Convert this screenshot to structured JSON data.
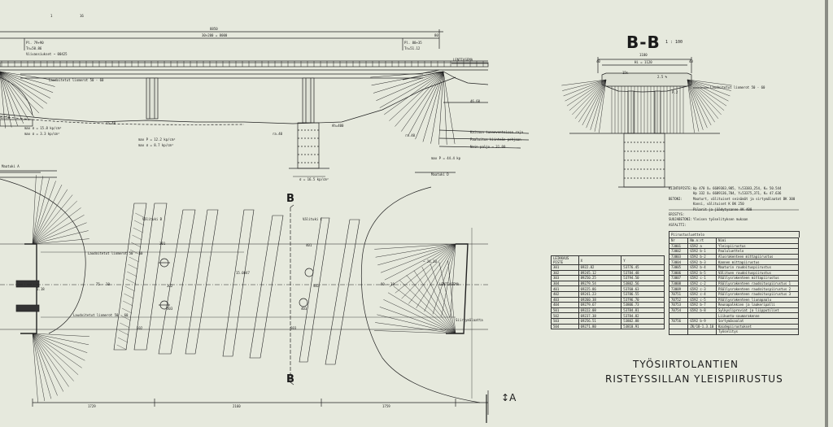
{
  "header": {
    "page_num": "1",
    "page_small": "16"
  },
  "elevation": {
    "dim_total": "8850",
    "dim_spans": "30×200 = 8000",
    "dim_end_right": "80",
    "pl_left": "Pl. 79+90",
    "pl_left_tn": "Tn=50.86",
    "pl_left_note": "Viivaosiukset ~ 00425",
    "pl_right": "Pl. 80+35",
    "pl_right_tn": "Tn=51.12",
    "lentiasema_label": "LENTIASEMA",
    "lauda_top": "Laudoitetut liomerot  50 - 60",
    "level_right": "46.60",
    "level_left": "43.50",
    "left_note1": "max σ = 15.8 kp/cm²",
    "left_note2": "max σ = 3.3 kp/cm²",
    "mid_note1": "max P = 12.2 kp/cm²",
    "mid_note2": "max σ = 8.7 kp/cm²",
    "ah_label": "Ah=400",
    "right_note1": "Kaivuun tunneventoisen raja",
    "right_note2": "Paaluitus kiinteän pohjaan",
    "right_note3": "Noin paljo ~ 31.00",
    "right_load": "max P = 44.4 kp",
    "bottom_sigma": "σ = 16.5 kp/cm²",
    "small_a": "ra.40",
    "small_b": "ra.40",
    "small_c": "ra.40"
  },
  "section": {
    "label": "B-B",
    "scale": "1 : 100",
    "dim_top": "1180",
    "dim_inner": "Hi = 1120",
    "dim_l": "40",
    "dim_r": "40",
    "slope": "2.5 %",
    "slope_l": "15‰",
    "note": "Laudoitetut liomerot 50 - 60",
    "pier": "P.2"
  },
  "notes": [
    {
      "k": "KIINTOPISTE:",
      "v": "Hp 470  X= 6689383,985, Y=53383,254, K= 50.544"
    },
    {
      "k": "",
      "v": "Hp 332  X= 6689136,704, Y=53375,371, K= 47.636"
    },
    {
      "k": "BETONI:",
      "v": "Maaturt, välituiset seinämät ja sirtymälaatat  BK 300"
    },
    {
      "k": "",
      "v": "Kansi, välituiset  K  BK 250"
    },
    {
      "k": "",
      "v": "Pilarit ja jäädytysanne  AK 400"
    },
    {
      "k": "ERISTYS:",
      "v": ""
    },
    {
      "k": "SUOJABETONI:",
      "v": "Yleisen työselityksen mukaan"
    },
    {
      "k": "ASFALTTI:",
      "v": ""
    }
  ],
  "drawing_list": {
    "title": "Piirustusluettelo",
    "headers": [
      "Nr",
      "Nm.n:rt",
      "Nimi"
    ],
    "rows": [
      [
        "73001",
        "6592  a",
        "Yleispiirustus"
      ],
      [
        "73002",
        "6592  b-1",
        "Paaluluettelo"
      ],
      [
        "73003",
        "6592  b-2",
        "Alusrakenteen mittapiirustus"
      ],
      [
        "73004",
        "6592  b-3",
        "Kannen mittapiirustus"
      ],
      [
        "73005",
        "6592  b-4",
        "Maaturin raudoituspiirustus"
      ],
      [
        "73006",
        "6592  b-5",
        "Välituen raudoituspiirustus"
      ],
      [
        "73007",
        "6592  c-1",
        "Päällysrakenteen mittapiirustus"
      ],
      [
        "73008",
        "6592  c-2",
        "Päällysrakenteen raudoituspiirustus 1"
      ],
      [
        "73009",
        "6592  c-3",
        "Päällysrakenteen raudoituspiirustus 2"
      ],
      [
        "70751",
        "6592  c-4",
        "Päällysrakenteen raudoituspiirustus 3"
      ],
      [
        "70752",
        "6592  c-5",
        "Päällysrakenteen liunapaalu"
      ],
      [
        "70753",
        "6592  b-7",
        "Reunapalkkien ja laakeripalli"
      ],
      [
        "70754",
        "6592  b-8",
        "Sylkysliproviat ja liipputiliet"
      ],
      [
        "",
        "",
        "Liikunta-saumarakenne"
      ],
      [
        "70756",
        "6592  b-9",
        "Sortymäsaalat"
      ],
      [
        "",
        "ZK/18-1.3.10",
        "Kaidepiirustukset"
      ],
      [
        "",
        "",
        "Työselitys"
      ]
    ]
  },
  "coords": {
    "headers": [
      "LEIKKAUS\nPISTE",
      "X",
      "Y"
    ],
    "rows": [
      [
        "301",
        "6922.82",
        "53776.45"
      ],
      [
        "302",
        "89245.12",
        "53784.48"
      ],
      [
        "303",
        "89250.25",
        "53794.50"
      ],
      [
        "304",
        "89279.54",
        "53802.56"
      ],
      [
        "401",
        "69225.86",
        "53760.63"
      ],
      [
        "402",
        "69241.23",
        "53786.55"
      ],
      [
        "403",
        "69260.38",
        "53796.70"
      ],
      [
        "404",
        "69279.67",
        "53806.73"
      ],
      [
        "501",
        "69222.08",
        "53784.81"
      ],
      [
        "502",
        "69237.38",
        "53784.82"
      ],
      [
        "503",
        "69256.51",
        "53802.88"
      ],
      [
        "504",
        "69271.80",
        "53810.91"
      ]
    ]
  },
  "plan": {
    "valituki_b": "Välituki  B",
    "valituki_c": "Välituki  C",
    "maatuki_a": "Maatuki  A",
    "maatuki_d": "Maatuki  D",
    "lauda_l1": "Laudoitetut liomerot  50 - 60",
    "lauda_l2": "Laudoitetut liomerot  50 - 60",
    "dim_7530": "75 - 30",
    "dim_8030": "80 - 30",
    "dim_2410": "~ 24.10",
    "dim_1587": "15.0847",
    "dim_1118": "1.18",
    "lentiasema_plan": "LENTIASEMA",
    "siirtyma": "Siirtymälaatta",
    "pts": [
      "301",
      "401",
      "502",
      "503",
      "302",
      "402",
      "303",
      "403"
    ],
    "b_label": "B",
    "dim_b1": "1729",
    "dim_b2": "2160",
    "dim_b3": "1759",
    "a_label": "A"
  },
  "title_block": {
    "line1": "TYÖSIIRTOLANTIEN",
    "line2": "RISTEYSSILLAN  YLEISPIIRUSTUS"
  }
}
